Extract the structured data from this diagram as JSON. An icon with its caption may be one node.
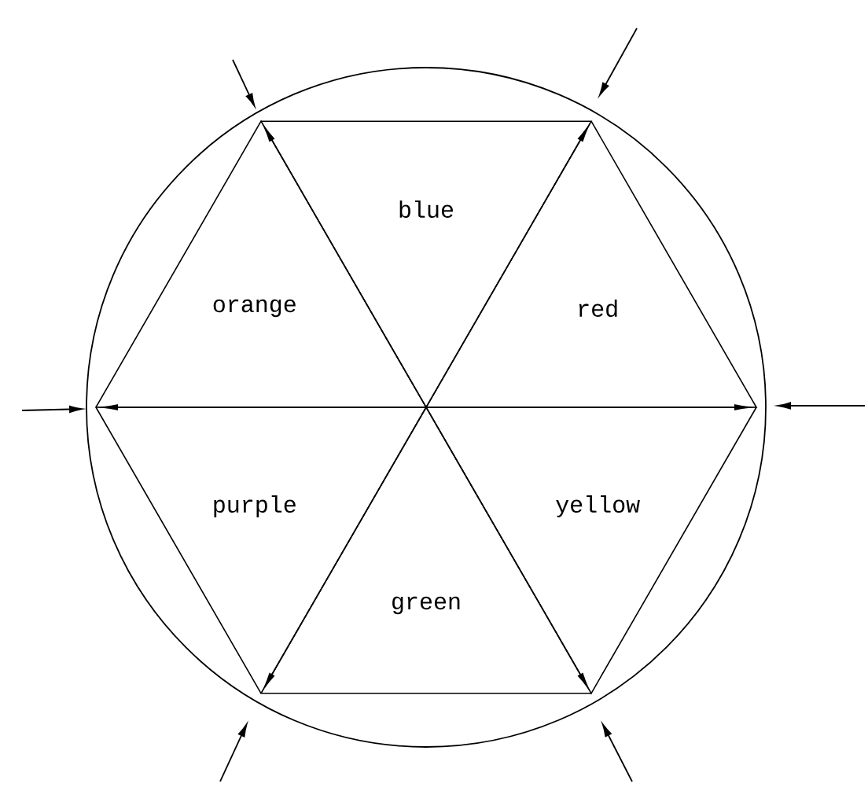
{
  "diagram": {
    "nodes": [
      {
        "text": [],
        "shape": "circle"
      },
      {
        "text": [
          "blue"
        ],
        "in": 0
      },
      {
        "text": [
          "orange"
        ],
        "in": 0
      },
      {
        "text": [
          "red"
        ],
        "in": 0
      },
      {
        "text": [
          "purple"
        ],
        "in": 0
      },
      {
        "text": [
          "yellow"
        ],
        "in": 0
      },
      {
        "text": [
          "green"
        ],
        "in": 0
      }
    ]
  }
}
